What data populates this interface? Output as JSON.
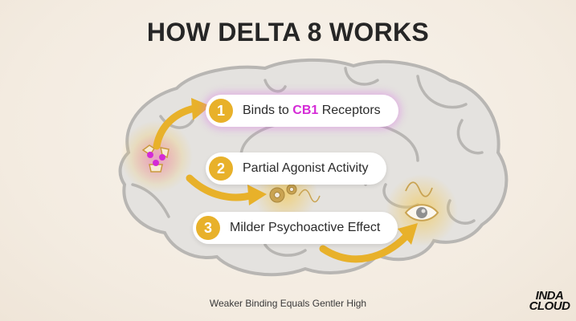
{
  "title": "HOW DELTA 8 WORKS",
  "steps": [
    {
      "number": "1",
      "label_before": "Binds to ",
      "label_highlight": "CB1",
      "label_after": " Receptors"
    },
    {
      "number": "2",
      "label": "Partial Agonist Activity"
    },
    {
      "number": "3",
      "label": "Milder Psychoactive Effect"
    }
  ],
  "caption": "Weaker Binding Equals Gentler High",
  "logo": {
    "line1": "INDA",
    "line2": "CLOUD"
  },
  "colors": {
    "accent": "#e8b12a",
    "highlight": "#d42ad6",
    "brain": "#e4e2df",
    "brain_outline": "#b8b6b3"
  },
  "icons": [
    "molecule-icon",
    "gears-icon",
    "wave-icon",
    "eye-icon",
    "arrow-icon"
  ]
}
